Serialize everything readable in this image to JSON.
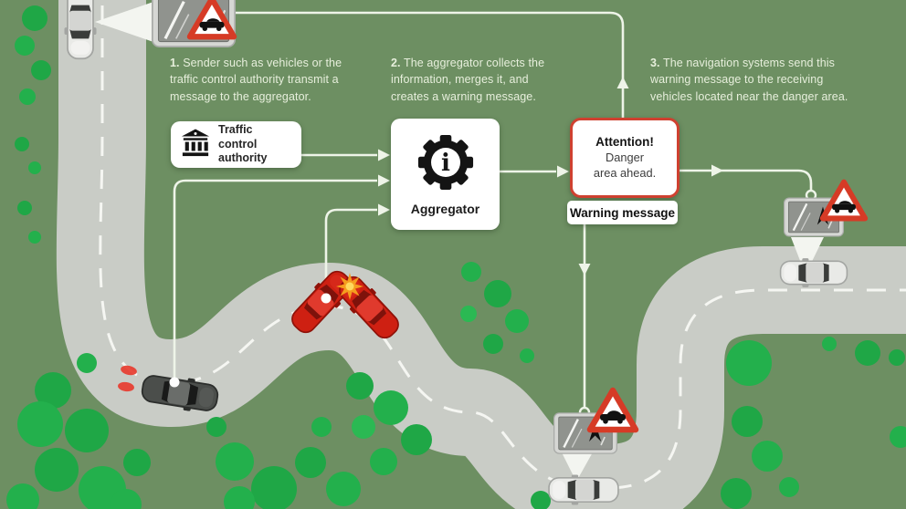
{
  "steps": [
    {
      "num": "1.",
      "text": " Sender such as vehicles or the traffic control authority transmit a message to the aggregator."
    },
    {
      "num": "2.",
      "text": " The aggregator collects the information, merges it, and creates a warning message."
    },
    {
      "num": "3.",
      "text": " The navigation systems send this warning message to the receiving vehicles located near the danger area."
    }
  ],
  "nodes": {
    "traffic_control": {
      "label": "Traffic control authority"
    },
    "aggregator": {
      "label": "Aggregator",
      "icon_letter": "i"
    },
    "attention": {
      "title": "Attention!",
      "line1": "Danger",
      "line2": "area ahead."
    },
    "warning_caption": "Warning message"
  },
  "colors": {
    "background": "#6d8f62",
    "road": "#c9ccc6",
    "road_dash": "#f5f6f2",
    "tree_green": "#22ae4b",
    "accent_red": "#cf4130",
    "sign_red": "#d63b26",
    "flow_line": "#eef4e8",
    "crash_spark": "#f59d1e"
  }
}
